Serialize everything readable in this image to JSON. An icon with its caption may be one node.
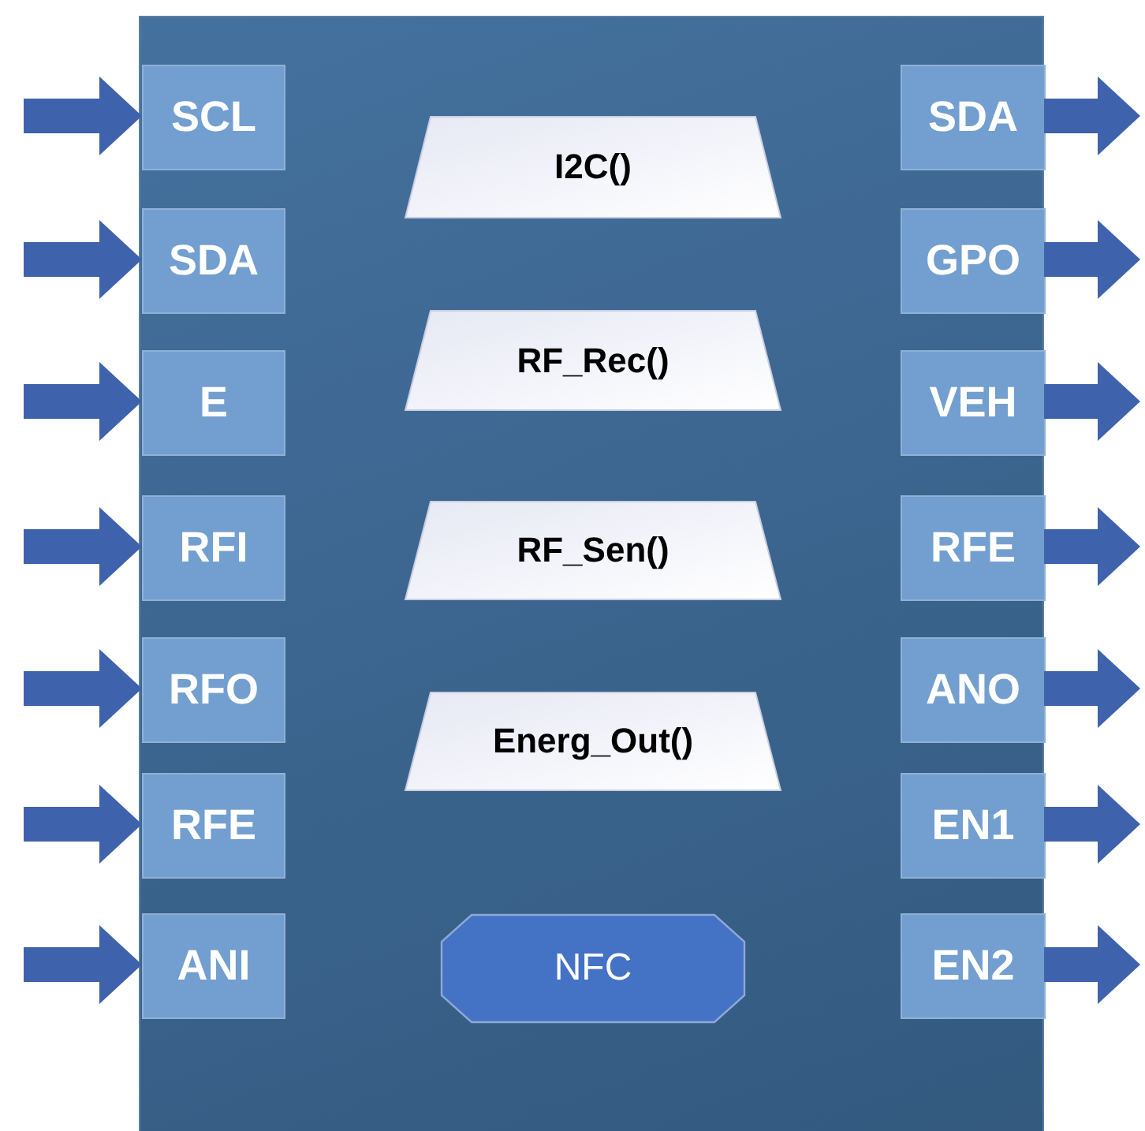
{
  "diagram": {
    "nodes": [
      {
        "text": [],
        "shape": "box"
      },
      {
        "text": [
          "SCL"
        ],
        "in": 0
      },
      {
        "text": [
          "SDA"
        ],
        "in": 0
      },
      {
        "text": [
          "E"
        ],
        "in": 0
      },
      {
        "text": [
          "RFI"
        ],
        "in": 0
      },
      {
        "text": [
          "RFO"
        ],
        "in": 0
      },
      {
        "text": [
          "RFE"
        ],
        "in": 0
      },
      {
        "text": [
          "ANI"
        ],
        "in": 0
      },
      {
        "text": [
          "SDA"
        ],
        "in": 0
      },
      {
        "text": [
          "GPO"
        ],
        "in": 0
      },
      {
        "text": [
          "VEH"
        ],
        "in": 0
      },
      {
        "text": [
          "RFE"
        ],
        "in": 0
      },
      {
        "text": [
          "ANO"
        ],
        "in": 0
      },
      {
        "text": [
          "EN1"
        ],
        "in": 0
      },
      {
        "text": [
          "EN2"
        ],
        "in": 0
      },
      {
        "text": [
          "I2C()"
        ],
        "in": 0
      },
      {
        "text": [
          "RF_Rec()"
        ],
        "in": 0
      },
      {
        "text": [
          "RF_Sen()"
        ],
        "in": 0
      },
      {
        "text": [
          "Energ_Out()"
        ],
        "in": 0
      },
      {
        "text": [
          "NFC"
        ],
        "in": 0
      }
    ],
    "edges": [
      {
        "from": null,
        "to": 1,
        "arrow": "to"
      },
      {
        "from": null,
        "to": 2,
        "arrow": "to"
      },
      {
        "from": null,
        "to": 3,
        "arrow": "to"
      },
      {
        "from": null,
        "to": 4,
        "arrow": "to"
      },
      {
        "from": null,
        "to": 5,
        "arrow": "to"
      },
      {
        "from": null,
        "to": 6,
        "arrow": "to"
      },
      {
        "from": null,
        "to": 7,
        "arrow": "to"
      },
      {
        "from": 8,
        "to": null,
        "arrow": "to"
      },
      {
        "from": 9,
        "to": null,
        "arrow": "to"
      },
      {
        "from": 10,
        "to": null,
        "arrow": "to"
      },
      {
        "from": 11,
        "to": null,
        "arrow": "to"
      },
      {
        "from": 12,
        "to": null,
        "arrow": "to"
      },
      {
        "from": 13,
        "to": null,
        "arrow": "to"
      },
      {
        "from": 14,
        "to": null,
        "arrow": "to"
      }
    ]
  }
}
